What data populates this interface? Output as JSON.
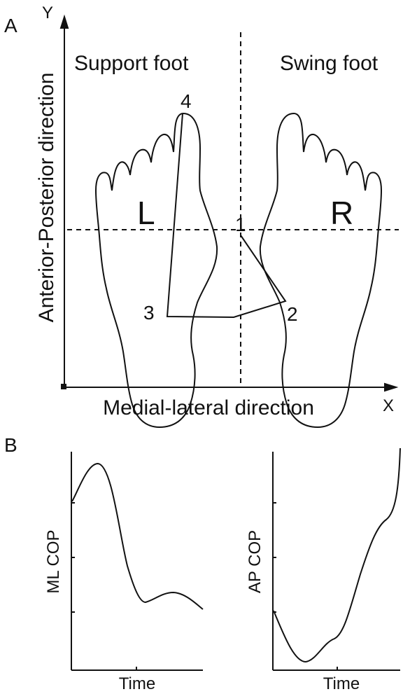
{
  "panel_a": {
    "letter": "A",
    "y_axis_letter": "Y",
    "x_axis_letter": "X",
    "support_foot_label": "Support foot",
    "swing_foot_label": "Swing foot",
    "vertical_axis_caption": "Anterior-Posterior direction",
    "horizontal_axis_caption": "Medial-lateral direction",
    "left_foot_letter": "L",
    "right_foot_letter": "R",
    "cop_points": [
      "1",
      "2",
      "3",
      "4"
    ]
  },
  "panel_b": {
    "letter": "B",
    "left_plot": {
      "ylabel": "ML COP",
      "xlabel": "Time"
    },
    "right_plot": {
      "ylabel": "AP COP",
      "xlabel": "Time"
    }
  },
  "colors": {
    "line": "#111111",
    "background": "#ffffff"
  }
}
